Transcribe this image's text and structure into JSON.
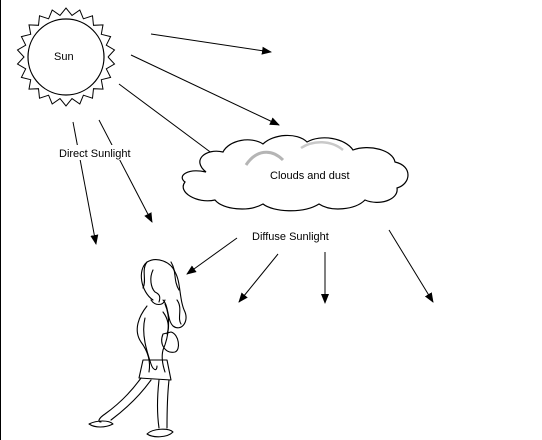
{
  "labels": {
    "sun": "Sun",
    "direct": "Direct Sunlight",
    "clouds": "Clouds and dust",
    "diffuse": "Diffuse Sunlight"
  },
  "colors": {
    "ink": "#000000",
    "background": "#ffffff",
    "cloud_shade": "#c9c9c9"
  }
}
